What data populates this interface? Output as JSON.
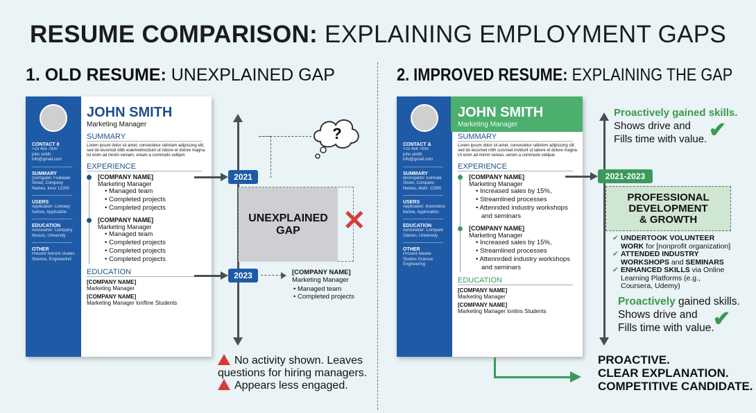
{
  "title": {
    "bold": "RESUME COMPARISON:",
    "rest": "EXPLAINING EMPLOYMENT GAPS"
  },
  "left": {
    "heading_bold": "1. OLD RESUME:",
    "heading_rest": "UNEXPLAINED GAP",
    "resume": {
      "name": "JOHN SMITH",
      "role": "Marketing Manager",
      "sidebar": [
        {
          "h": "CONTACT 8",
          "t": "+23 455 7830\njohn smith\ninfo@gmail.com"
        },
        {
          "h": "SUMMARY",
          "t": "[Somgater: Fvatwate Street, Compeoy Names, Iresv 12200"
        },
        {
          "h": "USERS",
          "t": "Application: Comaey hamve, Application"
        },
        {
          "h": "EDUCATION",
          "t": "Aonooahor: Company Ilovsoo, University"
        },
        {
          "h": "OTHER",
          "t": "Precent Horsmi Studec Science. Engineerind"
        }
      ],
      "summary_h": "SUMMARY",
      "summary": "Lorem ipsum dolor sit amet, consectetur raforiam adipiscing elit, sed do eiusmod olbh eulemeiiincidunt ut Isbore et dolore magna. tst enim ad minim veniam, eniam a commodo veilipot.",
      "experience_h": "EXPERIENCE",
      "jobs": [
        {
          "co": "[COMPANY NAME]",
          "role": "Marketing Manager",
          "b": [
            "Managed team",
            "Completed projects",
            "Completed projects"
          ]
        },
        {
          "co": "[COMPANY NAME]",
          "role": "Marketing Manager",
          "b": [
            "Managed team",
            "Completed projects",
            "Completed projects",
            "Completed projects"
          ]
        }
      ],
      "education_h": "EDUCATION",
      "edu": [
        {
          "co": "[COMPANY NAME]",
          "t": "Marketing Manager"
        },
        {
          "co": "[COMPANY NAME]",
          "t": "Marketing Manager lonfline Students"
        }
      ]
    },
    "badge_start": "2021",
    "badge_end": "2023",
    "badge_color": "#1f5aa6",
    "gap_label": "UNEXPLAINED GAP",
    "question": "?",
    "next_job": {
      "co": "[COMPANY NAME]",
      "role": "Marketing Manager",
      "b": [
        "Managed team",
        "Completed projects"
      ]
    },
    "warnings": [
      "No activity shown. Leaves questions for hiring managers.",
      "Appears less engaged."
    ]
  },
  "right": {
    "heading_bold": "2. IMPROVED RESUME:",
    "heading_rest": "EXPLAINING THE GAP",
    "resume": {
      "name": "JOHN SMITH",
      "role": "Marketing Manager",
      "sidebar": [
        {
          "h": "CONTACT &",
          "t": "+23 456 7030\njohn amith\ninfo@gmail.com"
        },
        {
          "h": "SUMMARY",
          "t": "Biomspetor: Eelmate Street, Companv Nemes, Mahi: 12900"
        },
        {
          "h": "USERS",
          "t": "Application: Boocineos llanioe, Appincation"
        },
        {
          "h": "EDUCATION",
          "t": "Aoncinetior: Compare Oamon, Univeredy"
        },
        {
          "h": "OTHER",
          "t": "Procent Naswe Studios Science. Engineering"
        }
      ],
      "summary_h": "SUMMARY",
      "summary": "Lorem ipsum dolor sit amet, consectetur raferiom adipiscing clll, sed do eiusmod nibh cuismed invidunt ut labore et dolore magna. Ut enim ad minim venian, verom a commodo veilipat.",
      "experience_h": "EXPERIENCE",
      "jobs": [
        {
          "co": "[COMPANY NAME]",
          "role": "Marketing Manager",
          "b": [
            "Increased sales by 15%,",
            "Streamlined processes",
            "Attennded industry workshops and seminars"
          ]
        },
        {
          "co": "[COMPANY NAME]",
          "role": "Marketing Manager",
          "b": [
            "Increased sales by 15%,",
            "Streamlined processes",
            "Attennrded industry workshops and seminars"
          ]
        }
      ],
      "education_h": "EDUCATION",
      "edu": [
        {
          "co": "[COMPANY NAME]",
          "t": "Marketing Manager"
        },
        {
          "co": "[COMPANY NAME]",
          "t": "Marketing Manager lonlins Students"
        }
      ]
    },
    "badge": "2021-2023",
    "badge_color": "#3a9a5c",
    "header_color": "#4caf6e",
    "pd_title": "PROFESSIONAL DEVELOPMENT & GROWTH",
    "checklist": [
      {
        "bold": "UNDERTOOK VOLUNTEER WORK",
        "rest": " for [nonprofit organization]"
      },
      {
        "bold": "ATTENDED INDUSTRY WORKSHOPS",
        "rest": " and ",
        "bold2": "SEMINARS"
      },
      {
        "bold": "ENHANCED SKILLS",
        "rest": " via Online Learning Platforms (e.g., Coursera, Udemy)"
      }
    ],
    "top_note": {
      "g": "Proactively gained skills.",
      "l1": "Shows drive and",
      "l2": "Fills time with value."
    },
    "bottom_note": {
      "g": "Proactively",
      "rest": " gained skills.",
      "l1": "Shows drive and",
      "l2": "Fills time with value."
    },
    "outcome": [
      "PROACTIVE.",
      "CLEAR EXPLANATION.",
      "COMPETITIVE CANDIDATE."
    ]
  }
}
